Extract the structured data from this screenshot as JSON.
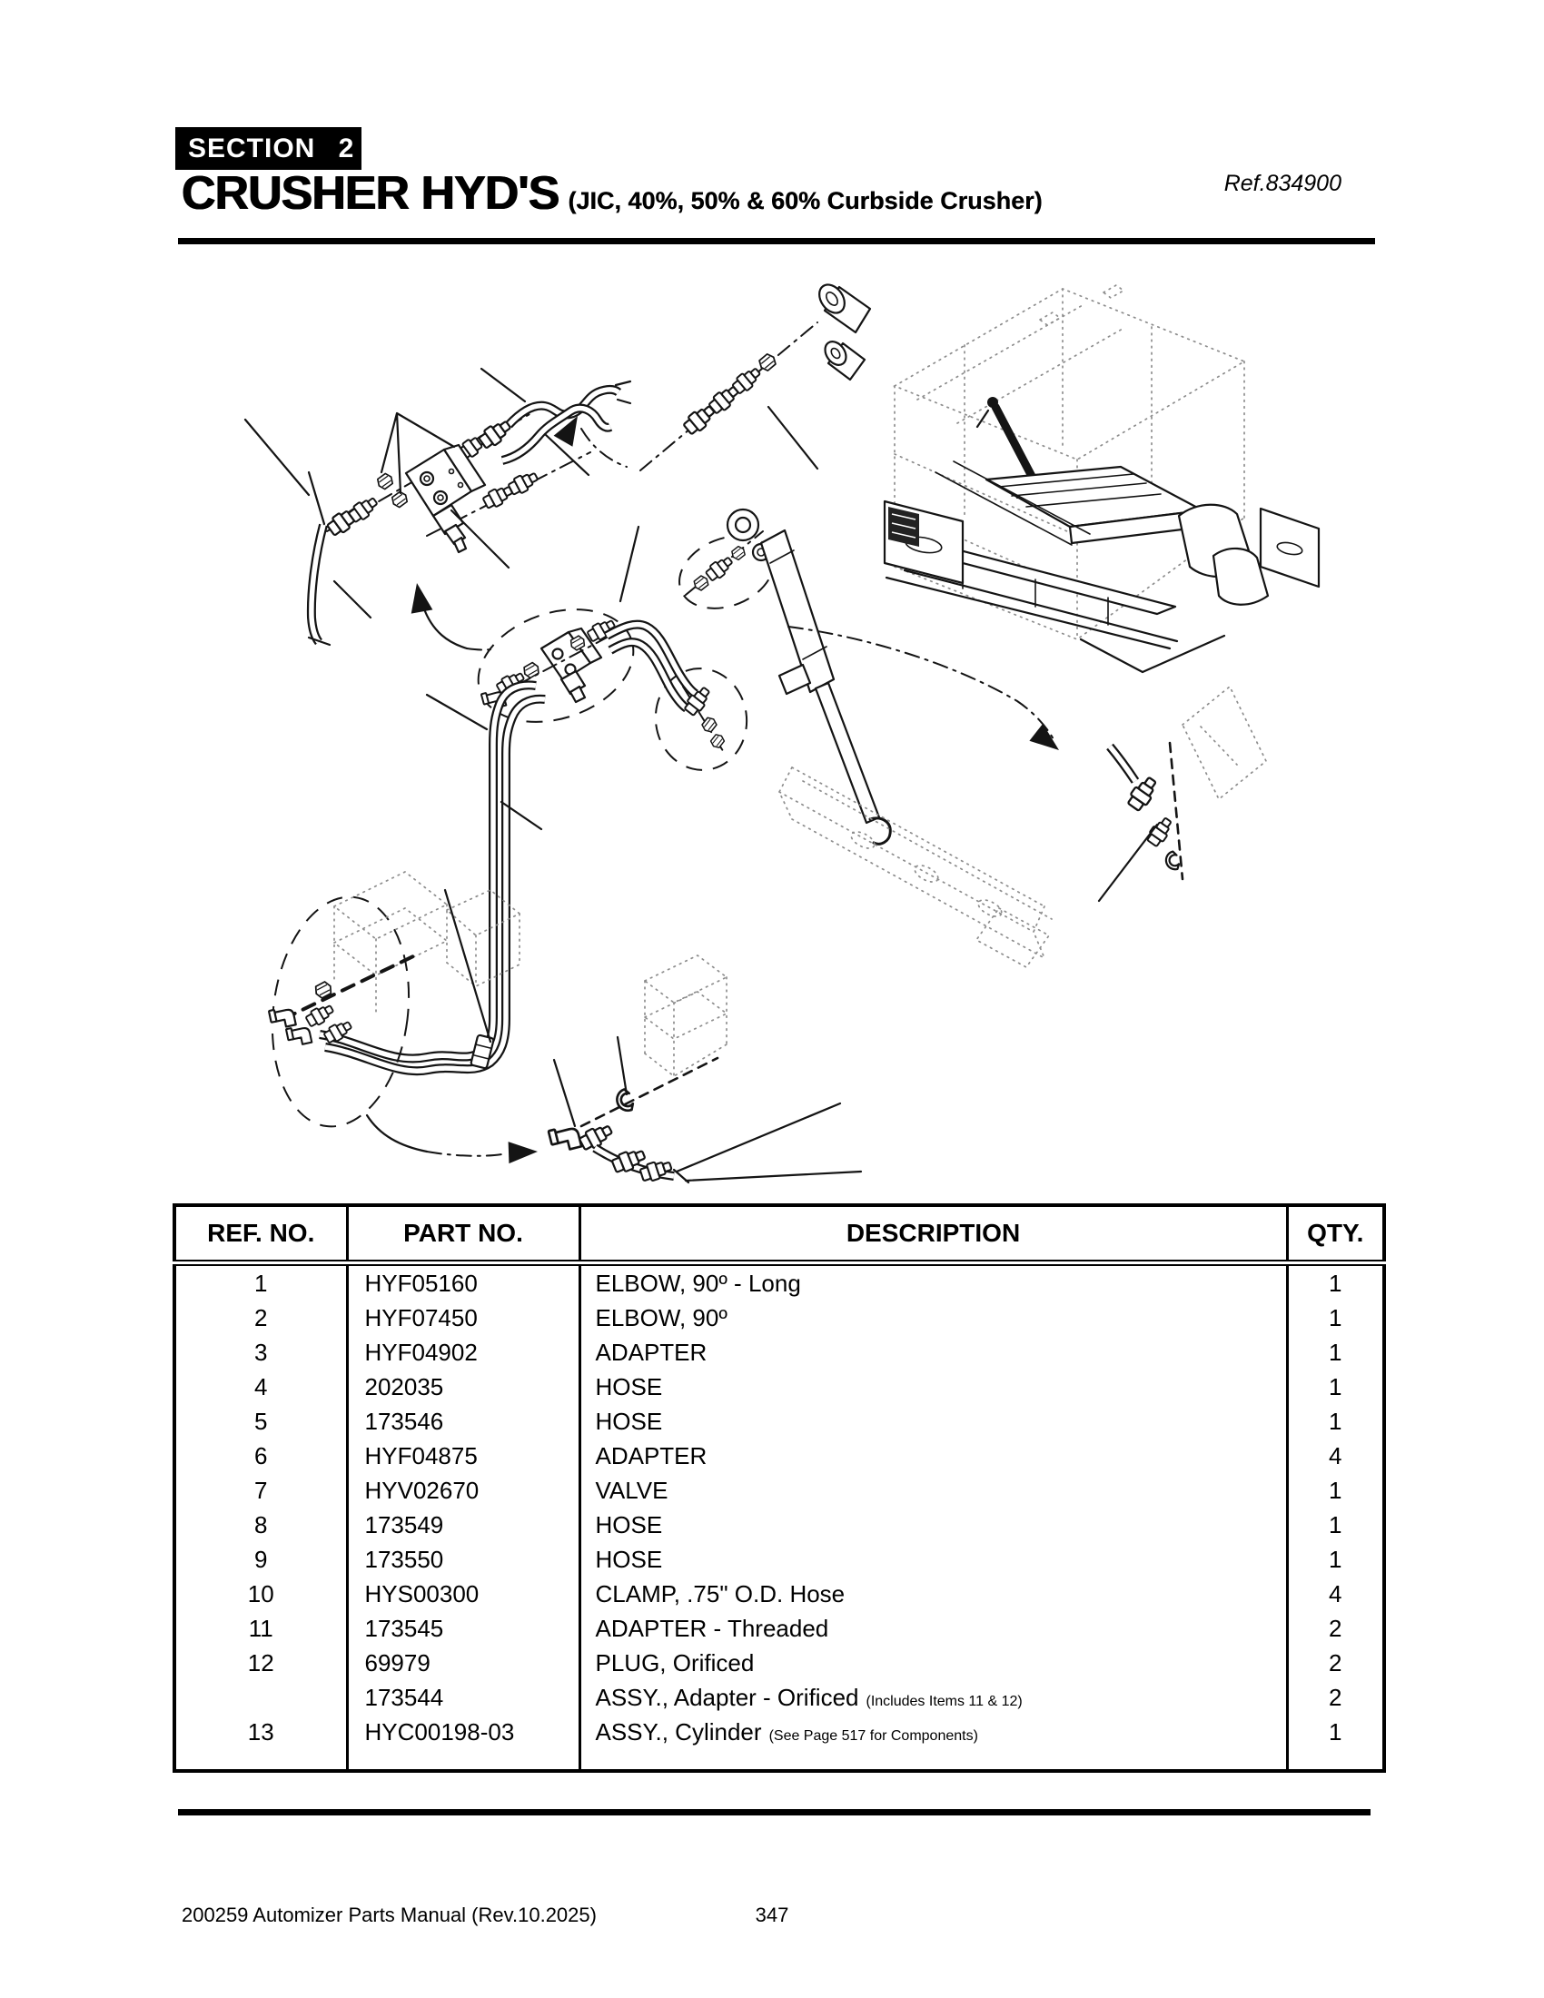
{
  "header": {
    "section_label": "SECTION 2",
    "title": "CRUSHER HYD'S",
    "subtitle": "(JIC, 40%, 50% & 60% Curbside Crusher)",
    "ref": "Ref.834900"
  },
  "table": {
    "headers": [
      "REF. NO.",
      "PART NO.",
      "DESCRIPTION",
      "QTY."
    ],
    "rows": [
      {
        "ref": "1",
        "part": "HYF05160",
        "desc": "ELBOW, 90º - Long",
        "note": "",
        "qty": "1"
      },
      {
        "ref": "2",
        "part": "HYF07450",
        "desc": "ELBOW, 90º",
        "note": "",
        "qty": "1"
      },
      {
        "ref": "3",
        "part": "HYF04902",
        "desc": "ADAPTER",
        "note": "",
        "qty": "1"
      },
      {
        "ref": "4",
        "part": "202035",
        "desc": "HOSE",
        "note": "",
        "qty": "1"
      },
      {
        "ref": "5",
        "part": "173546",
        "desc": "HOSE",
        "note": "",
        "qty": "1"
      },
      {
        "ref": "6",
        "part": "HYF04875",
        "desc": "ADAPTER",
        "note": "",
        "qty": "4"
      },
      {
        "ref": "7",
        "part": "HYV02670",
        "desc": "VALVE",
        "note": "",
        "qty": "1"
      },
      {
        "ref": "8",
        "part": "173549",
        "desc": "HOSE",
        "note": "",
        "qty": "1"
      },
      {
        "ref": "9",
        "part": "173550",
        "desc": "HOSE",
        "note": "",
        "qty": "1"
      },
      {
        "ref": "10",
        "part": "HYS00300",
        "desc": "CLAMP, .75\" O.D. Hose",
        "note": "",
        "qty": "4"
      },
      {
        "ref": "11",
        "part": "173545",
        "desc": "ADAPTER - Threaded",
        "note": "",
        "qty": "2"
      },
      {
        "ref": "12",
        "part": "69979",
        "desc": "PLUG, Orificed",
        "note": "",
        "qty": "2"
      },
      {
        "ref": "",
        "part": "173544",
        "desc": "ASSY., Adapter - Orificed",
        "note": "(Includes Items 11 & 12)",
        "qty": "2"
      },
      {
        "ref": "13",
        "part": "HYC00198-03",
        "desc": "ASSY., Cylinder",
        "note": "(See Page 517 for Components)",
        "qty": "1"
      }
    ]
  },
  "footer": {
    "manual": "200259 Automizer Parts Manual (Rev.10.2025)",
    "page": "347"
  }
}
